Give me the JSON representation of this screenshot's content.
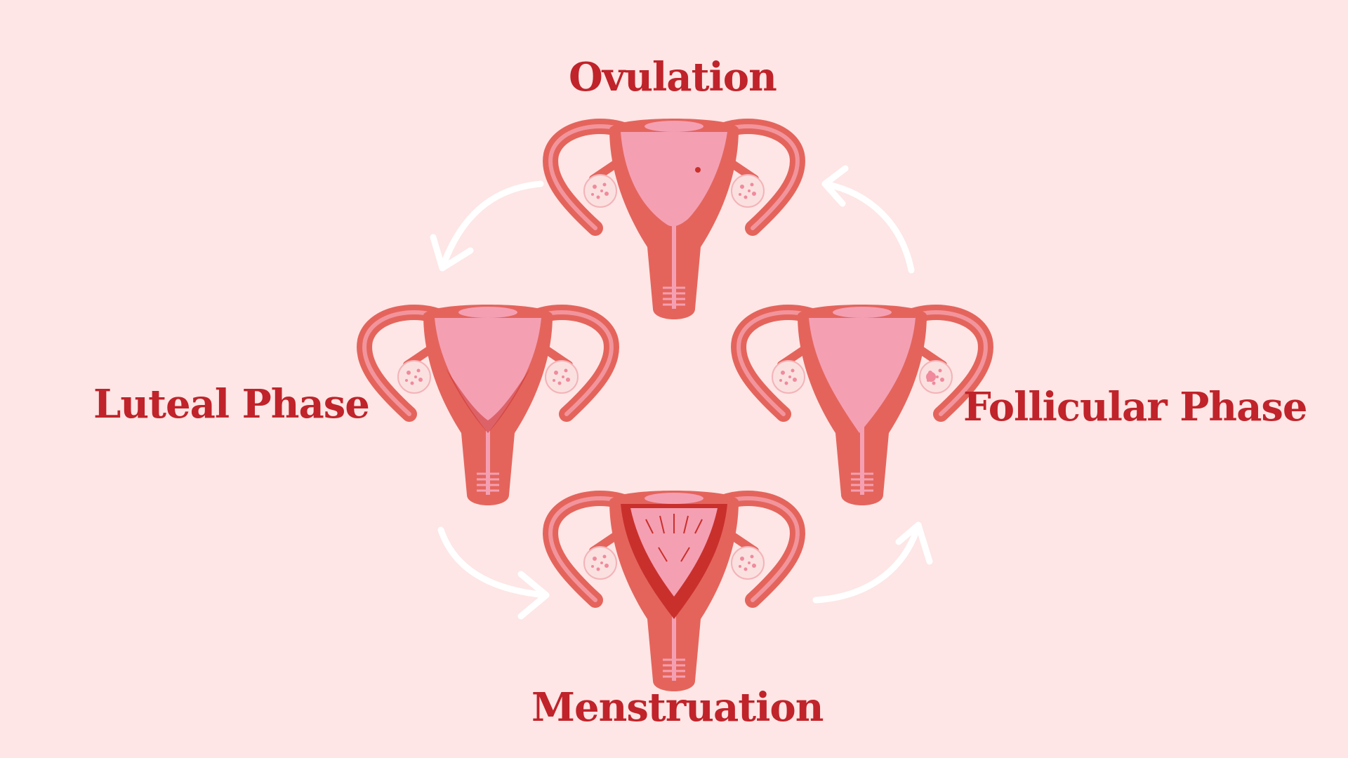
{
  "labels": {
    "ovulation": "Ovulation",
    "luteal": "Luteal Phase",
    "follicular": "Follicular Phase",
    "menstruation": "Menstruation"
  },
  "icons": {
    "uterus": "uterus-icon",
    "arrow": "curved-arrow-icon",
    "ovary": "ovary-icon"
  },
  "colors": {
    "background": "#fde6e5",
    "label": "#c0232a",
    "uterus_outer": "#e4645c",
    "uterus_inner": "#f59fb2",
    "uterus_dark": "#c9302c",
    "ovary": "#fbe0e0",
    "ovary_dot": "#f08a9c",
    "arrow": "#ffffff"
  }
}
